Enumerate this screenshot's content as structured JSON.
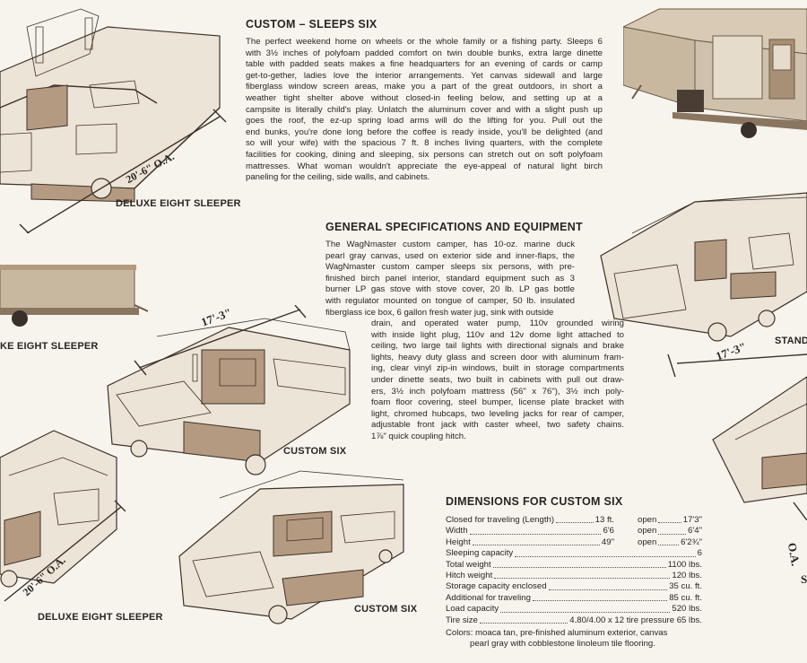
{
  "custom_sleeps_six": {
    "heading": "CUSTOM – SLEEPS SIX",
    "lines": [
      "The perfect weekend home on wheels or the whole family or a fishing party. Sleeps 6",
      "with 3½ inches of polyfoam padded comfort on twin double bunks, extra large dinette",
      "table with padded seats makes a fine headquarters for an evening of cards or camp",
      "get-to-gether, ladies love the interior arrangements. Yet canvas sidewall and large",
      "fiberglass window screen areas, make you a part of the great outdoors, in short a",
      "weather tight shelter above without closed-in feeling below, and setting up at a",
      "campsite is literally child's play. Unlatch the aluminum cover and with a slight push up",
      "goes the roof, the ez-up spring load arms will do the lifting for you. Pull out the",
      "end bunks, you're done long before the coffee is ready inside, you'll be delighted (and",
      "so will your wife) with the spacious 7 ft. 8 inches living quarters, with the complete",
      "facilities for cooking, dining and sleeping, six persons can stretch out on soft polyfoam",
      "mattresses. What woman wouldn't appreciate the eye-appeal of natural light birch",
      "paneling for the ceiling, side walls, and cabinets."
    ]
  },
  "general_specs": {
    "heading": "GENERAL SPECIFICATIONS AND EQUIPMENT",
    "lines": [
      "The WagNmaster custom camper, has 10-oz. marine duck",
      "pearl gray canvas, used on exterior side and inner-flaps, the",
      "WagNmaster custom camper sleeps six persons, with pre-",
      "finished birch panel interior, standard equipment such as 3",
      "burner LP gas stove with stove cover, 20 lb. LP gas bottle",
      "with regulator mounted on tongue of camper, 50 lb. insulated",
      "fiberglass ice box, 6 gallon fresh water jug, sink with outside"
    ],
    "lines_indented": [
      "drain, and operated water pump, 110v grounded wiring",
      "with inside light plug, 110v and 12v dome light attached to",
      "ceiling, two large tail lights with directional signals and brake",
      "lights, heavy duty glass and screen door with aluminum fram-",
      "ing, clear vinyl zip-in windows, built in storage compartments",
      "under dinette seats, two built in cabinets with pull out draw-",
      "ers, 3½ inch polyfoam mattress (56\" x 76\"), 3½ inch poly-",
      "foam floor covering, steel bumper, license plate bracket with",
      "light, chromed hubcaps, two leveling jacks for rear of camper,",
      "adjustable front jack with caster wheel, two safety chains.",
      "1⅞\" quick coupling hitch."
    ]
  },
  "dimensions": {
    "heading": "DIMENSIONS FOR CUSTOM SIX",
    "rows": [
      {
        "label": "Closed for traveling (Length)",
        "value": "13 ft.",
        "open_label": "open",
        "open_value": "17'3\""
      },
      {
        "label": "Width",
        "value": "6'6",
        "open_label": "open",
        "open_value": "6'4\""
      },
      {
        "label": "Height",
        "value": "49\"",
        "open_label": "open",
        "open_value": "6'2¾\""
      },
      {
        "label": "Sleeping capacity",
        "value": "6",
        "open_label": "",
        "open_value": ""
      },
      {
        "label": "Total weight",
        "value": "1100 lbs.",
        "open_label": "",
        "open_value": ""
      },
      {
        "label": "Hitch weight",
        "value": "120 lbs.",
        "open_label": "",
        "open_value": ""
      },
      {
        "label": "Storage capacity enclosed",
        "value": "35 cu. ft.",
        "open_label": "",
        "open_value": ""
      },
      {
        "label": "Additional for traveling",
        "value": "85 cu. ft.",
        "open_label": "",
        "open_value": ""
      },
      {
        "label": "Load capacity",
        "value": "520 lbs.",
        "open_label": "",
        "open_value": ""
      },
      {
        "label": "Tire size",
        "value": "4.80/4.00 x 12 tire pressure 65 lbs.",
        "open_label": "",
        "open_value": ""
      }
    ],
    "colors_line1": "Colors: moaca tan, pre-finished aluminum exterior, canvas",
    "colors_line2": "pearl gray with cobblestone linoleum tile flooring."
  },
  "captions": {
    "deluxe_top": "DELUXE EIGHT SLEEPER",
    "deluxe_left_partial": "KE EIGHT SLEEPER",
    "custom_six_mid": "CUSTOM SIX",
    "custom_six_bottom": "CUSTOM SIX",
    "deluxe_bottom": "DELUXE EIGHT SLEEPER",
    "standard_partial": "STAND"
  },
  "dimension_labels": {
    "deluxe_top": "20'-6\" O.A.",
    "custom_mid": "17'-3\"",
    "standard_right": "17'-3\"",
    "deluxe_bottom": "20'-6\" O.A.",
    "right_edge_oa": "O.A.",
    "right_edge_s": "S"
  },
  "colors": {
    "paper": "#f7f4ee",
    "ink": "#2a2420",
    "wood": "#b49a80",
    "canvas": "#c9b8a0"
  }
}
